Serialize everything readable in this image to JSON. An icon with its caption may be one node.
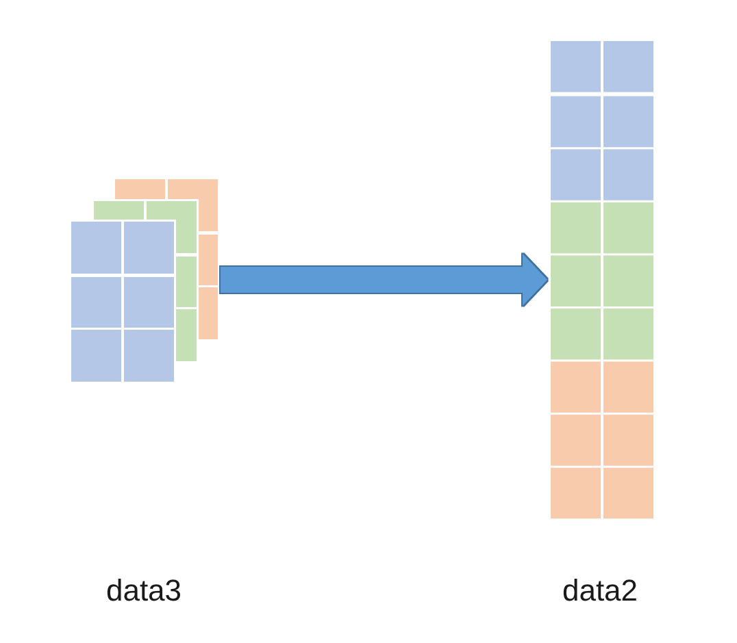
{
  "diagram": {
    "nodes": [
      {
        "text": [],
        "shape": "box"
      },
      {
        "text": [],
        "shape": "box"
      }
    ],
    "edges": [
      {
        "from": 0,
        "to": 1,
        "arrow": "to"
      }
    ],
    "labels": [
      "data3",
      "data2"
    ]
  }
}
